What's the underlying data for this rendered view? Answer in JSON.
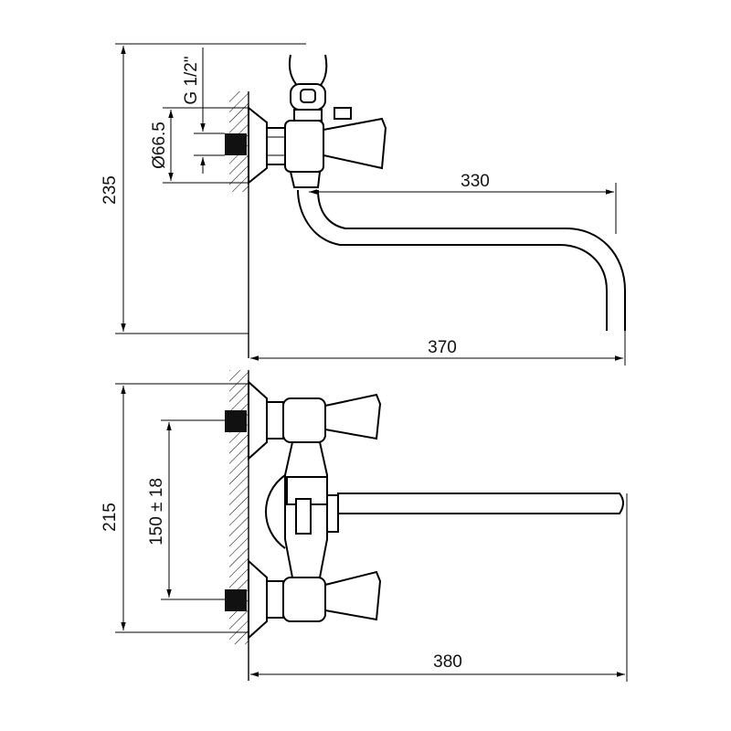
{
  "drawing": {
    "top_view": {
      "dim_height": "235",
      "dim_thread": "G 1/2\"",
      "dim_diameter": "Ø66.5",
      "dim_spout": "330",
      "dim_total_width": "370"
    },
    "bottom_view": {
      "dim_height": "215",
      "dim_centers": "150 ± 18",
      "dim_total_width": "380"
    }
  }
}
